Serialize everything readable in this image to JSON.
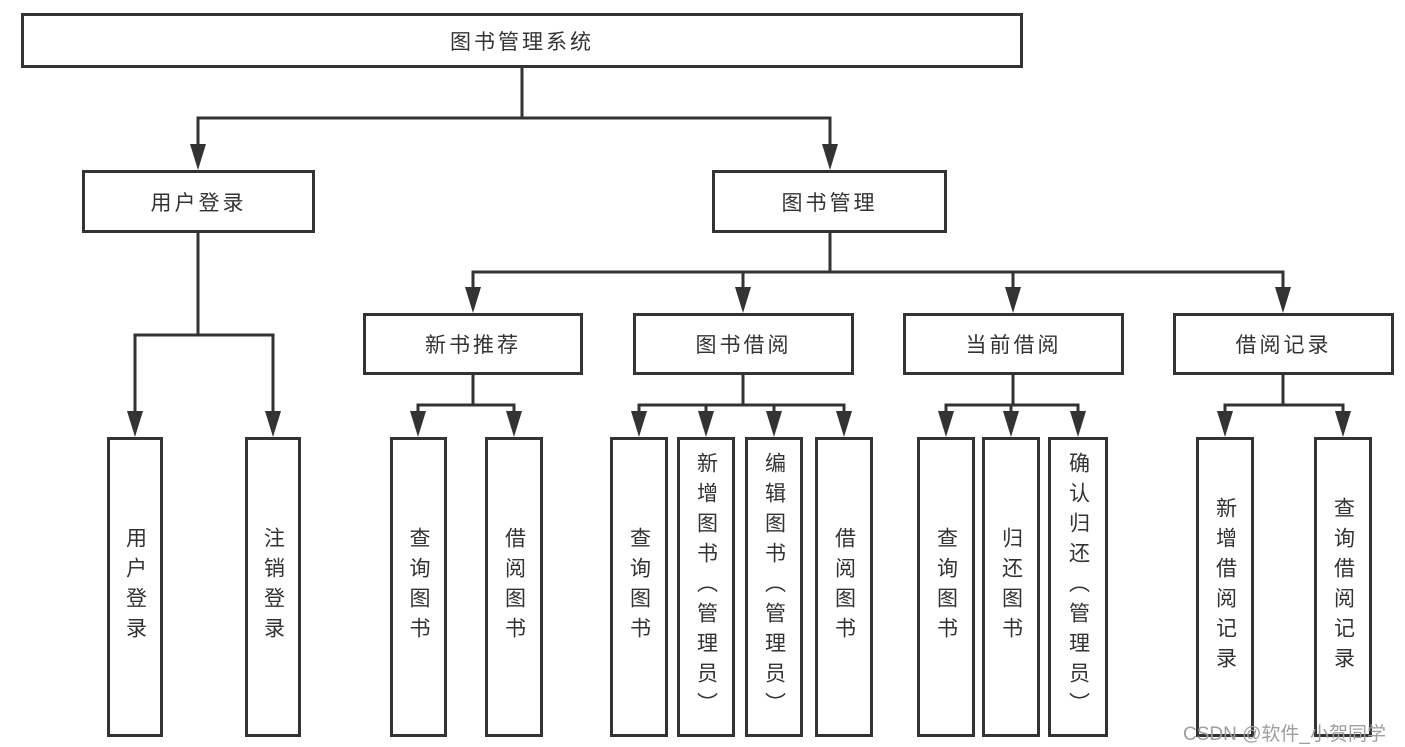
{
  "diagram": {
    "title": "图书管理系统",
    "nodes": {
      "root": {
        "label": "图书管理系统"
      },
      "user_login": {
        "label": "用户登录"
      },
      "book_management": {
        "label": "图书管理"
      },
      "new_book_recommend": {
        "label": "新书推荐"
      },
      "book_borrow": {
        "label": "图书借阅"
      },
      "current_borrow": {
        "label": "当前借阅"
      },
      "borrow_record": {
        "label": "借阅记录"
      },
      "leaf_user_login": {
        "label": "用户登录"
      },
      "leaf_logout": {
        "label": "注销登录"
      },
      "leaf_query_book_a": {
        "label": "查询图书"
      },
      "leaf_borrow_book_a": {
        "label": "借阅图书"
      },
      "leaf_query_book_b": {
        "label": "查询图书"
      },
      "leaf_add_book": {
        "label": "新增图书（管理员）"
      },
      "leaf_edit_book": {
        "label": "编辑图书（管理员）"
      },
      "leaf_borrow_book_b": {
        "label": "借阅图书"
      },
      "leaf_query_book_c": {
        "label": "查询图书"
      },
      "leaf_return_book": {
        "label": "归还图书"
      },
      "leaf_confirm_return": {
        "label": "确认归还（管理员）"
      },
      "leaf_add_record": {
        "label": "新增借阅记录"
      },
      "leaf_query_record": {
        "label": "查询借阅记录"
      }
    },
    "watermark": {
      "text": "CSDN @软件_小贺同学"
    },
    "colors": {
      "line": "#333333",
      "text": "#333333",
      "box_background": "#ffffff",
      "watermark": "#9e9e9e",
      "background": "#ffffff"
    }
  }
}
